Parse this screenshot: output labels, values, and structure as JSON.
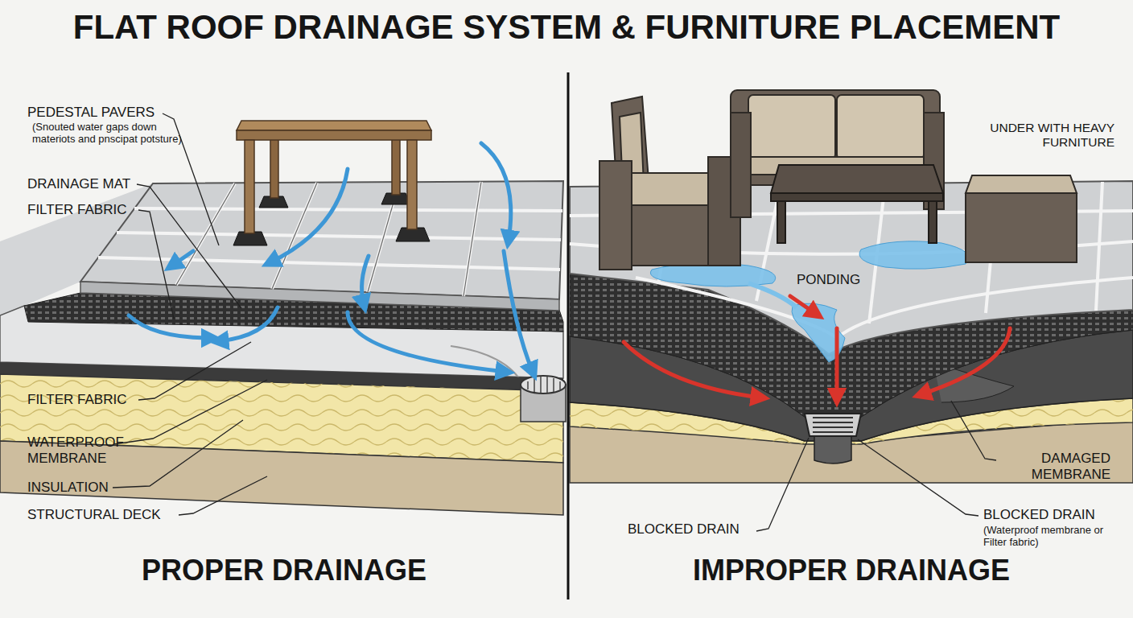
{
  "diagram": {
    "title": "FLAT ROOF DRAINAGE SYSTEM & FURNITURE PLACEMENT",
    "labels": [
      "PEDESTAL PAVERS",
      "(Snouted water gaps down materiots and pnscipat potsture)",
      "DRAINAGE MAT",
      "FILTER FABRIC",
      "FILTER FABRIC",
      "WATERPROOF MEMBRANE",
      "INSULATION",
      "STRUCTURAL DECK",
      "PROPER DRAINAGE",
      "UNDER WITH HEAVY FURNITURE",
      "PONDING",
      "DAMAGED MEMBRANE",
      "BLOCKED DRAIN",
      "BLOCKED DRAIN",
      "(Waterproof membrane or Filter fabric)",
      "IMPROPER DRAINAGE"
    ]
  }
}
